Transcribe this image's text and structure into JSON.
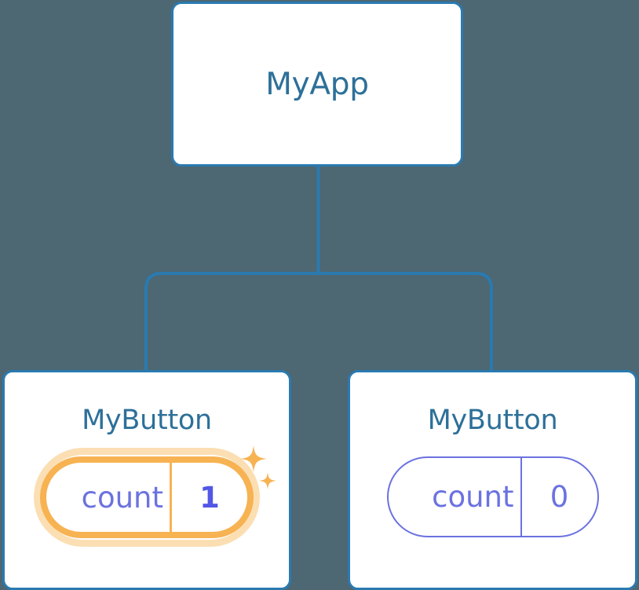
{
  "diagram": {
    "type": "component-tree",
    "background_color": "#4d6773",
    "connector_color": "#2a7ab0",
    "accent_highlight_color": "#f7b252",
    "accent_glow_color": "#fbdfb3",
    "state_text_color": "#6b72e0",
    "title_text_color": "#2d7099",
    "root": {
      "id": "myapp",
      "title": "MyApp"
    },
    "children": [
      {
        "id": "mybutton-left",
        "title": "MyButton",
        "highlighted": true,
        "state": {
          "key": "count",
          "value": "1"
        },
        "sparkle_count": 2
      },
      {
        "id": "mybutton-right",
        "title": "MyButton",
        "highlighted": false,
        "state": {
          "key": "count",
          "value": "0"
        },
        "sparkle_count": 0
      }
    ]
  }
}
